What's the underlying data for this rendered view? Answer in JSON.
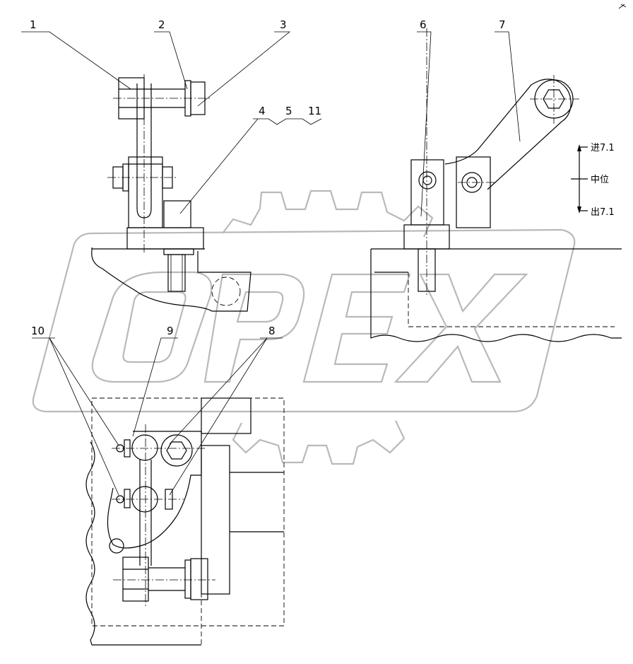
{
  "callouts": [
    "1",
    "2",
    "3",
    "4",
    "5",
    "11",
    "6",
    "7",
    "10",
    "9",
    "8"
  ],
  "position_labels": {
    "in": "进7.1",
    "neutral": "中位",
    "out": "出7.1"
  },
  "watermark": {
    "text": "OPEX",
    "color": "#b9b9b9"
  },
  "colors": {
    "line": "#000000",
    "background": "#ffffff"
  }
}
